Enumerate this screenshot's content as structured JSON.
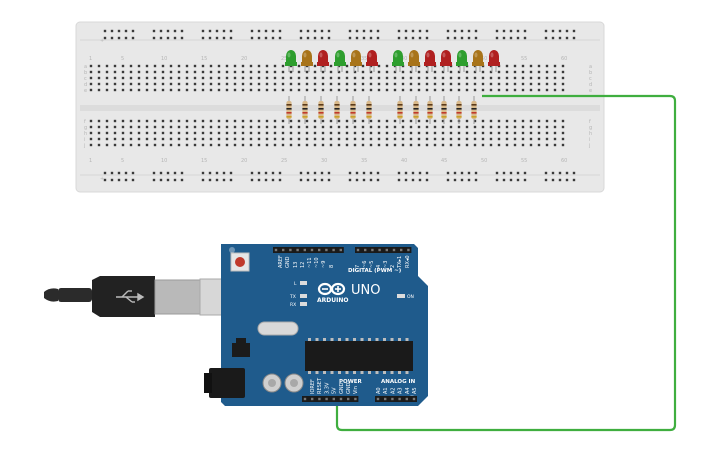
{
  "breadboard": {
    "row_letters_top": [
      "a",
      "b",
      "c",
      "d",
      "e"
    ],
    "row_letters_bottom": [
      "f",
      "g",
      "h",
      "i",
      "j"
    ],
    "column_numbers": [
      "1",
      "5",
      "10",
      "15",
      "20",
      "25",
      "30",
      "35",
      "40",
      "45",
      "50",
      "55",
      "60"
    ],
    "rail_plus": "+",
    "rail_minus": "-"
  },
  "leds": {
    "colors_left": [
      "green",
      "orange",
      "red",
      "green",
      "orange",
      "red"
    ],
    "colors_right": [
      "green",
      "orange",
      "red",
      "red",
      "green",
      "orange",
      "red"
    ],
    "palette": {
      "green": "#2e9e2e",
      "orange": "#a8741a",
      "red": "#b02020"
    }
  },
  "arduino": {
    "brand": "ARDUINO",
    "model": "UNO",
    "digital_label": "DIGITAL (PWM ~)",
    "power_label": "POWER",
    "analog_label": "ANALOG IN",
    "on_label": "ON",
    "led_l": "L",
    "led_tx": "TX",
    "led_rx": "RX",
    "header_top_pins": [
      "AREF",
      "GND",
      "13",
      "12",
      "~11",
      "~10",
      "~9",
      "8",
      "7",
      "~6",
      "~5",
      "4",
      "~3",
      "2",
      "TX▸1",
      "RX◂0"
    ],
    "power_pins": [
      "IOREF",
      "RESET",
      "3.3V",
      "5V",
      "GND",
      "GND",
      "Vin"
    ],
    "analog_pins": [
      "A0",
      "A1",
      "A2",
      "A3",
      "A4",
      "A5"
    ],
    "board_color": "#1f5b8c"
  },
  "wire": {
    "color": "#3fae3f"
  }
}
